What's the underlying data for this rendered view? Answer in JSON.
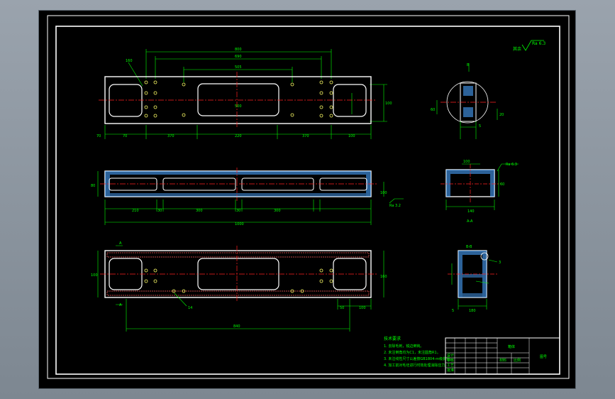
{
  "drawing": {
    "roughness_symbol": "Ra 6.3",
    "roughness_prefix": "其余",
    "roughness_front": "Ra 3.2",
    "roughness_side": "Ra 6.3",
    "top_view_dims": [
      "800",
      "690",
      "505",
      "500",
      "70",
      "70",
      "370",
      "220",
      "370",
      "100",
      "100",
      "160"
    ],
    "front_view_dims": [
      "80",
      "210",
      "30",
      "300",
      "30",
      "300",
      "1000",
      "100"
    ],
    "bottom_view_dims": [
      "100",
      "160",
      "50",
      "100",
      "840",
      "14"
    ],
    "side_view_dims": [
      "60",
      "20",
      "100",
      "5",
      "3",
      "180",
      "140"
    ],
    "section_labels": [
      "A",
      "A-A",
      "B",
      "B-B"
    ],
    "notes_title": "技术要求",
    "notes": [
      "1. 去除毛刺，锐边倒钝。",
      "2. 未注倒角均为C1，未注圆角R1。",
      "3. 未注线性尺寸公差按GB1804-m级执行。",
      "4. 加工前对毛坯进行时效处理消除应力。"
    ],
    "title_block": {
      "part_name": "箱体",
      "drawing_code": "图号",
      "material_label": "材料",
      "scale_label": "比例",
      "rows": [
        "设计",
        "审核",
        "工艺",
        "批准"
      ]
    },
    "colors": {
      "frame": "#ffffff",
      "outline": "#ffffff",
      "dimension": "#00ff00",
      "center": "#ff2020",
      "hatch": "#4aa3ff",
      "hole": "#ffff66",
      "annotation": "#00ffff"
    }
  }
}
